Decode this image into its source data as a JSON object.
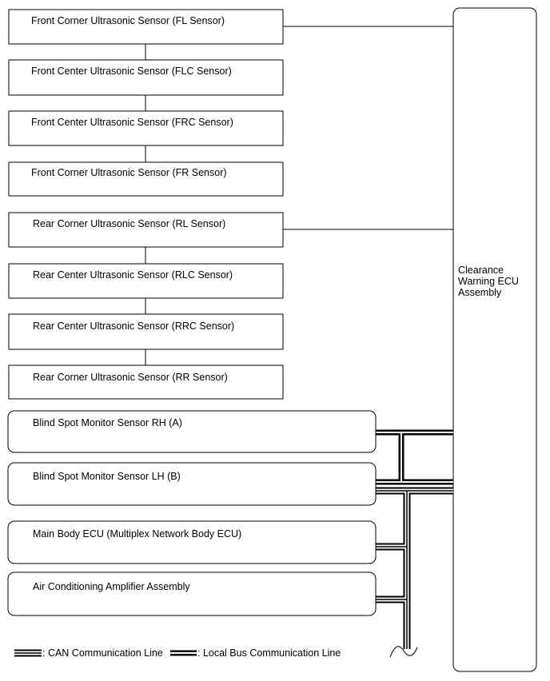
{
  "ecu": {
    "label_lines": [
      "Clearance",
      "Warning ECU",
      "Assembly"
    ]
  },
  "sensors": [
    {
      "label": "Front Corner Ultrasonic Sensor (FL Sensor)"
    },
    {
      "label": "Front Center Ultrasonic Sensor (FLC Sensor)"
    },
    {
      "label": "Front Center Ultrasonic Sensor (FRC Sensor)"
    },
    {
      "label": "Front Corner Ultrasonic Sensor (FR Sensor)"
    },
    {
      "label": "Rear Corner Ultrasonic Sensor (RL Sensor)"
    },
    {
      "label": "Rear Center Ultrasonic Sensor (RLC Sensor)"
    },
    {
      "label": "Rear Center Ultrasonic Sensor (RRC Sensor)"
    },
    {
      "label": "Rear Corner Ultrasonic Sensor (RR Sensor)"
    }
  ],
  "modules": [
    {
      "label": "Blind Spot Monitor Sensor RH (A)"
    },
    {
      "label": "Blind Spot Monitor Sensor LH (B)"
    },
    {
      "label": "Main Body ECU (Multiplex Network Body ECU)"
    },
    {
      "label": "Air Conditioning Amplifier Assembly"
    }
  ],
  "legend": {
    "can_label": ": CAN Communication Line",
    "local_label": ": Local Bus Communication Line"
  }
}
